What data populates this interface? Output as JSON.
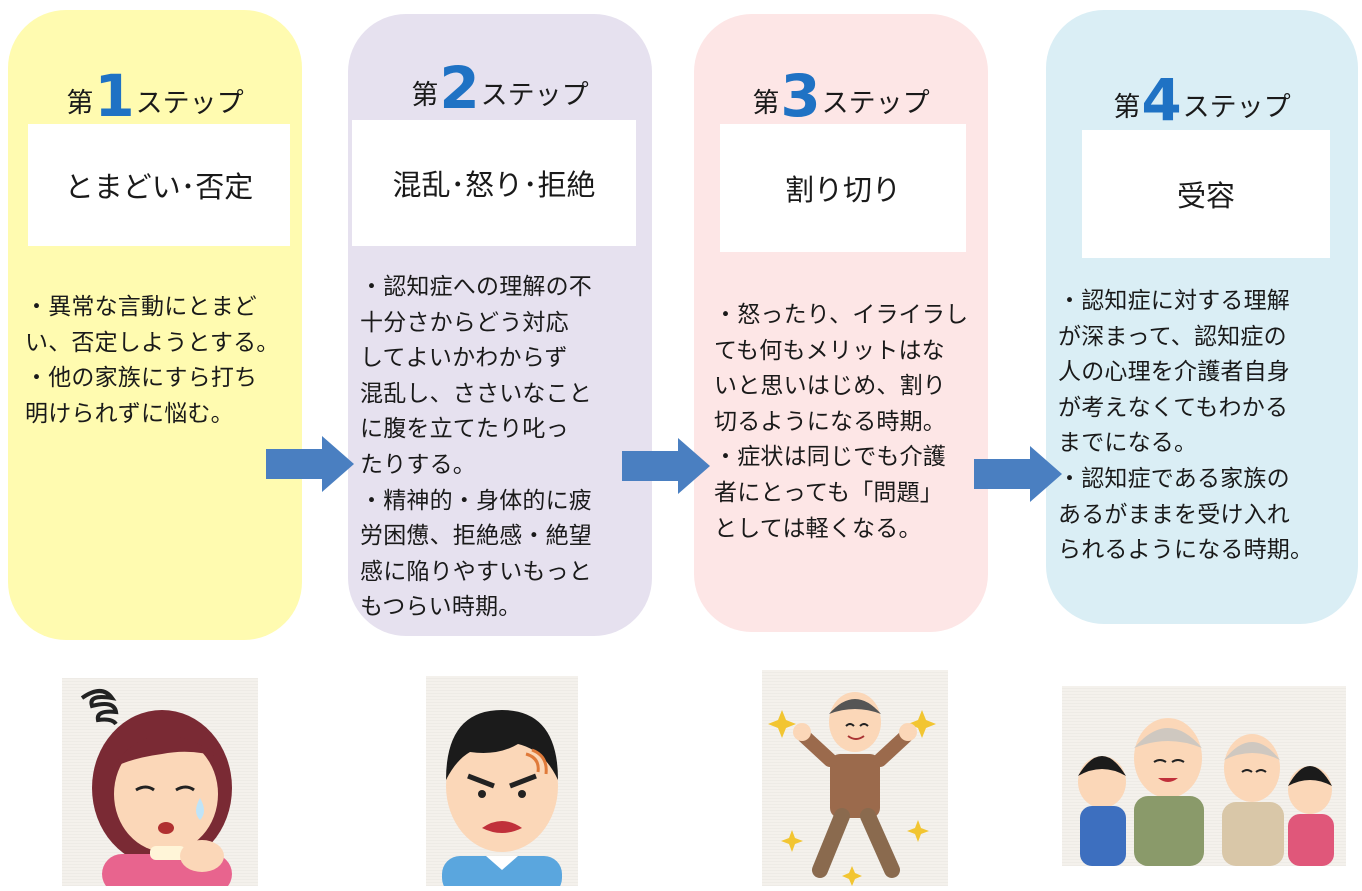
{
  "colors": {
    "step1": "#fffbb0",
    "step2": "#e6e1ef",
    "step3": "#fde6e6",
    "step4": "#daeef5",
    "number": "#1f72c4",
    "arrow": "#4a7fc1"
  },
  "steps": [
    {
      "prefix": "第",
      "number": "1",
      "suffix": "ステップ",
      "name": "とまどい･否定",
      "description": "・異常な言動にとまど\nい、否定しようとする。\n・他の家族にすら打ち\n明けられずに悩む。",
      "illustration": "worried-woman"
    },
    {
      "prefix": "第",
      "number": "2",
      "suffix": "ステップ",
      "name": "混乱･怒り･拒絶",
      "description": "・認知症への理解の不\n十分さからどう対応\nしてよいかわからず\n混乱し、ささいなこと\nに腹を立てたり叱っ\nたりする。\n・精神的・身体的に疲\n労困憊、拒絶感・絶望\n感に陥りやすいもっと\nもつらい時期。",
      "illustration": "angry-man"
    },
    {
      "prefix": "第",
      "number": "3",
      "suffix": "ステップ",
      "name": "割り切り",
      "description": "・怒ったり、イライラし\nても何もメリットはな\nいと思いはじめ、割り\n切るようになる時期。\n・症状は同じでも介護\n者にとっても「問題」\nとしては軽くなる。",
      "illustration": "cheerful-man"
    },
    {
      "prefix": "第",
      "number": "4",
      "suffix": "ステップ",
      "name": "受容",
      "description": "・認知症に対する理解\nが深まって、認知症の\n人の心理を介護者自身\nが考えなくてもわかる\nまでになる。\n・認知症である家族の\nあるがままを受け入れ\nられるようになる時期。",
      "illustration": "happy-family"
    }
  ]
}
